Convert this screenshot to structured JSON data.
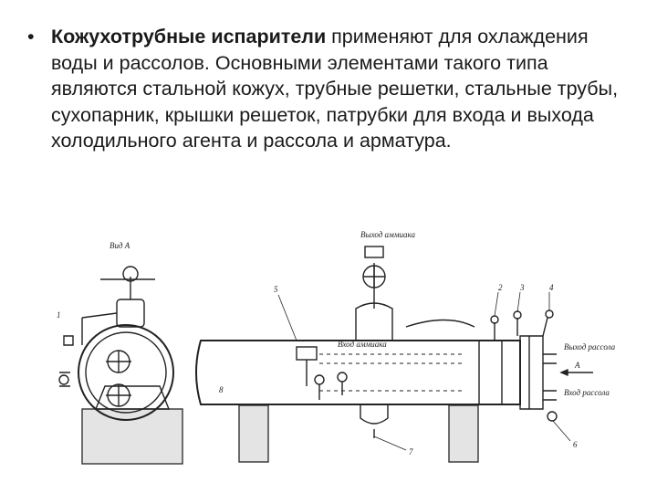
{
  "bullet": "•",
  "paragraph": {
    "bold": "Кожухотрубные испарители",
    "rest": " применяют для охлаждения воды и рассолов. Основными элементами такого типа являются стальной кожух, трубные решетки, стальные трубы, сухопарник, крышки решеток, патрубки для входа и выхода холодильного агента и рассола и арматура."
  },
  "diagram": {
    "view_label": "Вид А",
    "outlet_top": "Выход аммиака",
    "inlet_mid": "Вход аммиака",
    "outlet_brine": "Выход рассола",
    "inlet_brine": "Вход рассола",
    "arrow_label": "А",
    "callouts": [
      "1",
      "2",
      "3",
      "4",
      "5",
      "6",
      "7",
      "8"
    ]
  }
}
